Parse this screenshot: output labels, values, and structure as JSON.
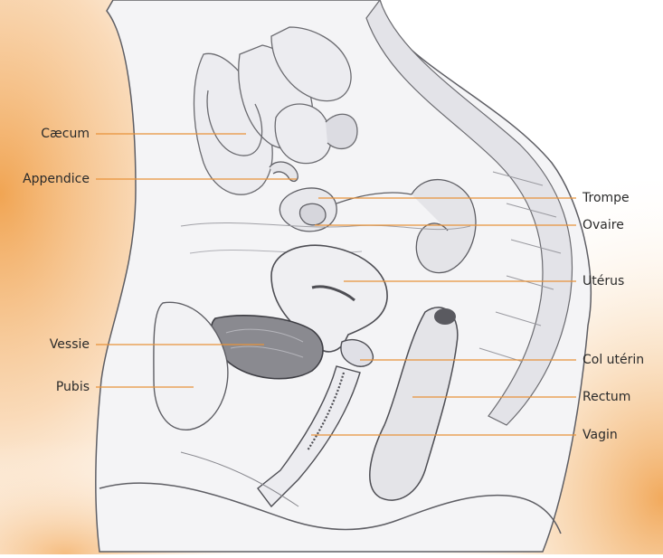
{
  "labels_left": [
    {
      "id": "caecum",
      "text": "Cæcum"
    },
    {
      "id": "appendice",
      "text": "Appendice"
    },
    {
      "id": "vessie",
      "text": "Vessie"
    },
    {
      "id": "pubis",
      "text": "Pubis"
    }
  ],
  "labels_right": [
    {
      "id": "trompe",
      "text": "Trompe"
    },
    {
      "id": "ovaire",
      "text": "Ovaire"
    },
    {
      "id": "uterus",
      "text": "Utérus"
    },
    {
      "id": "col-uterin",
      "text": "Col utérin"
    },
    {
      "id": "rectum",
      "text": "Rectum"
    },
    {
      "id": "vagin",
      "text": "Vagin"
    }
  ],
  "colors": {
    "leader_line": "#e8923a",
    "background_glow": "#f2a450",
    "outline": "#6b6b70",
    "shade": "#c9c9cf",
    "bladder": "#8a8a90"
  }
}
